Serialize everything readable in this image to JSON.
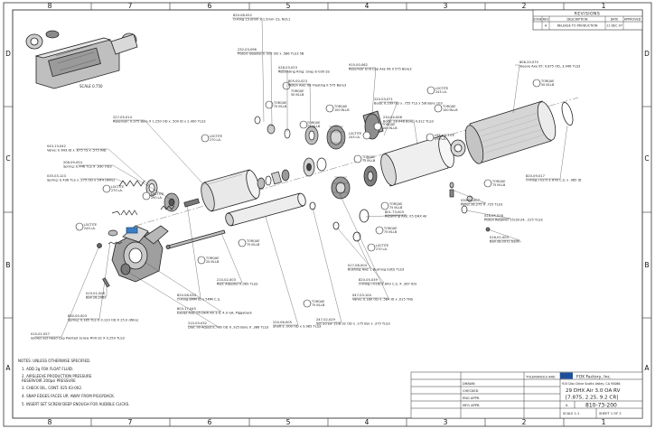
{
  "zones_top": [
    "8",
    "7",
    "6",
    "5",
    "4",
    "3",
    "2",
    "1"
  ],
  "zones_side": [
    "D",
    "C",
    "B",
    "A"
  ],
  "revisions": {
    "title": "REVISIONS",
    "headers": [
      "ZONE",
      "REV",
      "DESCRIPTION",
      "DATE",
      "APPROVED"
    ],
    "row": [
      "",
      "A",
      "RELEASE TO PRODUCTION",
      "11 DEC 07",
      ""
    ]
  },
  "scale": "SCALE  0.750",
  "callouts": [
    {
      "id": "c1",
      "lines": [
        "820-08-052",
        "O-Ring 15.0mm x 1.5mm CS, N011"
      ]
    },
    {
      "id": "c2",
      "lines": [
        "232-03-096",
        "Piston: Booster E 925 OD x .586 TLS3 5B"
      ]
    },
    {
      "id": "c3",
      "lines": [
        "028-03-023",
        "Rebuilding Ring: Snap  E-030 SS"
      ]
    },
    {
      "id": "c4",
      "lines": [
        "805-00-023",
        "Piston Axe: 08 Floating II 575 Bore3"
      ]
    },
    {
      "id": "c5",
      "lines": [
        "910-00-062",
        "Reservoir End Cap Axe 06 II 575 Bore3"
      ]
    },
    {
      "id": "c6",
      "lines": [
        "220-03-071",
        "Body: II.299 OD x .755 TLS x 5/8 Bore 103"
      ]
    },
    {
      "id": "c7",
      "lines": [
        "234-04-006",
        "Body: 28-948 Bore, 4.312 TLS3"
      ]
    },
    {
      "id": "c8",
      "lines": [
        "806-20-070",
        "Sleeve Axe 05: II.875 OD, 3.946 TLS3"
      ]
    },
    {
      "id": "c9",
      "lines": [
        "820-09-017",
        "O-Ring (-027) E 678 C.S. x .985 ID"
      ]
    },
    {
      "id": "c10",
      "lines": [
        "227-05-014",
        "Reservoir: II.075 Bore X 1.250 OD x .500 ID x 2.400 TLS3"
      ]
    },
    {
      "id": "c11",
      "lines": [
        "043-13-042",
        "Valve: E 643 ID x .675 TS x .575 IND"
      ]
    },
    {
      "id": "c12",
      "lines": [
        "206-09-054",
        "Spring: E.446 TLS X .930 OD3"
      ]
    },
    {
      "id": "c13",
      "lines": [
        "035-03-123",
        "Spring: E.436 TLS x .275 OD x 5#4 (Wire)"
      ]
    },
    {
      "id": "c14",
      "lines": [
        "030-00-007",
        "Pellet 28.275 X .725 TLS3"
      ]
    },
    {
      "id": "c15",
      "lines": [
        "028-05-028",
        "Piston Retainer 15/16-24, .225 TLS3"
      ]
    },
    {
      "id": "c16",
      "lines": [
        "016-01-003",
        "Ball 28.0972 Delrin"
      ]
    },
    {
      "id": "c17",
      "lines": [
        "801-73-003",
        "Retaining Axe: 05 DHX Air"
      ]
    },
    {
      "id": "c18",
      "lines": [
        "017-08-004",
        "Bushing Axe: L Bushing E(ID) TLS3"
      ]
    },
    {
      "id": "c19",
      "lines": [
        "820-05-039",
        "O-Ring (-016) E.643 C.S. X .367 ID3"
      ]
    },
    {
      "id": "c20",
      "lines": [
        "047-03-104",
        "Valve: II.180 OD x .584 ID x .015 TNS"
      ]
    },
    {
      "id": "c21",
      "lines": [
        "247-02-029",
        "Set Screw 15/8-32 OD x .175 Bor x .375 TLS3"
      ]
    },
    {
      "id": "c22",
      "lines": [
        "220-06-005",
        "Shaft E .000 OD x 9.985 TLS3"
      ]
    },
    {
      "id": "c23",
      "lines": [
        "210-02-003",
        "Rod: Adjuster II.065 TLS3"
      ]
    },
    {
      "id": "c24",
      "lines": [
        "820-08-034",
        "O-Ring 8MM ID x 5MM C.S."
      ]
    },
    {
      "id": "c25",
      "lines": [
        "803-17-045",
        "Eyelet Axe: 05 DHX Air 3.0, 4.0 GA, Piggyback"
      ]
    },
    {
      "id": "c26",
      "lines": [
        "210-03-032",
        "Dial: 99 Adjust E.766 OD X .925 Bore X .386 TLS3"
      ]
    },
    {
      "id": "c27",
      "lines": [
        "019-01-008",
        "Ball 28.2962"
      ]
    },
    {
      "id": "c28",
      "lines": [
        "830-00-003",
        "Spring: II.185 TLS X 0.120 OD X 25.0 (Wire)"
      ]
    },
    {
      "id": "c29",
      "lines": [
        "010-01-057",
        "Socket Set Head Cap Pointed Screw #00-32 X 0.250 TLS3"
      ]
    }
  ],
  "tags": [
    {
      "id": "g1",
      "lines": [
        "LOCTITE",
        "270 LA."
      ]
    },
    {
      "id": "g2",
      "lines": [
        "TORQUE",
        "75 IN-LB"
      ]
    },
    {
      "id": "g3",
      "lines": [
        "TORQUE",
        "50 IN-LB"
      ]
    },
    {
      "id": "g4",
      "lines": [
        "TORQUE",
        "75 IN-LB"
      ]
    },
    {
      "id": "g5",
      "lines": [
        "TORQUE",
        "100 IN-LB"
      ]
    },
    {
      "id": "g6",
      "lines": [
        "LOCTITE",
        "243 LA."
      ]
    },
    {
      "id": "g7",
      "lines": [
        "TORQUE",
        "100 IN-LB"
      ]
    },
    {
      "id": "g8",
      "lines": [
        "TORQUE",
        "100 IN-LB"
      ]
    },
    {
      "id": "g9",
      "lines": [
        "TORQUE",
        "75 IN-LB"
      ]
    },
    {
      "id": "g10",
      "lines": [
        "TORQUE",
        "75 IN-LB"
      ]
    },
    {
      "id": "g11",
      "lines": [
        "TORQUE",
        "75 IN-LB"
      ]
    },
    {
      "id": "g12",
      "lines": [
        "TORQUE",
        "75 IN-LB"
      ]
    },
    {
      "id": "g13",
      "lines": [
        "TORQUE",
        "75 IN-LB"
      ]
    },
    {
      "id": "g14",
      "lines": [
        "LOCTITE",
        "270 LA."
      ]
    },
    {
      "id": "g15",
      "lines": [
        "TORQUE",
        "75 IN-LB"
      ]
    },
    {
      "id": "g16",
      "lines": [
        "LOCTITE",
        "270 LA."
      ]
    },
    {
      "id": "g17",
      "lines": [
        "LOCTITE",
        "243 LA."
      ]
    },
    {
      "id": "g18",
      "lines": [
        "TORQUE",
        "20 IN-LB"
      ]
    },
    {
      "id": "g19",
      "lines": [
        "LOCTITE",
        "290 LA."
      ]
    },
    {
      "id": "g20",
      "lines": [
        "TORQUE",
        "50 IN-LB"
      ]
    },
    {
      "id": "g21",
      "lines": [
        "USE LOCTITE",
        "270 LA."
      ]
    },
    {
      "id": "g22",
      "lines": [
        "LOCTITE",
        "243 LA."
      ]
    }
  ],
  "notes": [
    "NOTES: UNLESS OTHERWISE SPECIFIED.",
    "1.  ADD 2g FOX FLOAT FLUID.",
    "2.  AIRSLEEVE PRODUCTION PRESSURE",
    "    RESERVOIR 200psi PRESSURE",
    "3.  CHECK OIL, CONT. 025-03-002.",
    "4.  SNAP  EDGES FACES UP, AWAY FROM PIGGYBACK.",
    "5.  INSERT SET SCREW DEEP ENOUGH FOR AUDIBLE CLICKS."
  ],
  "title_block": {
    "company": "FOX Factory, Inc.",
    "address": "915 Disc Drive  Scotts Valley, CA 95066",
    "title_lines": [
      "29 DHX Air 3.0 OA RV",
      "[7.875, 2.25, 9.2 CR]"
    ],
    "drawing_no": "810-73-200",
    "size": "A",
    "scale": "SCALE 1:1",
    "sheet": "SHEET 1 OF 2",
    "drawn": "DRAWN",
    "checked": "CHECKED",
    "eng": "ENG APPR.",
    "mfg": "MFG APPR.",
    "tolerances": "TOLERANCES ARE:"
  }
}
